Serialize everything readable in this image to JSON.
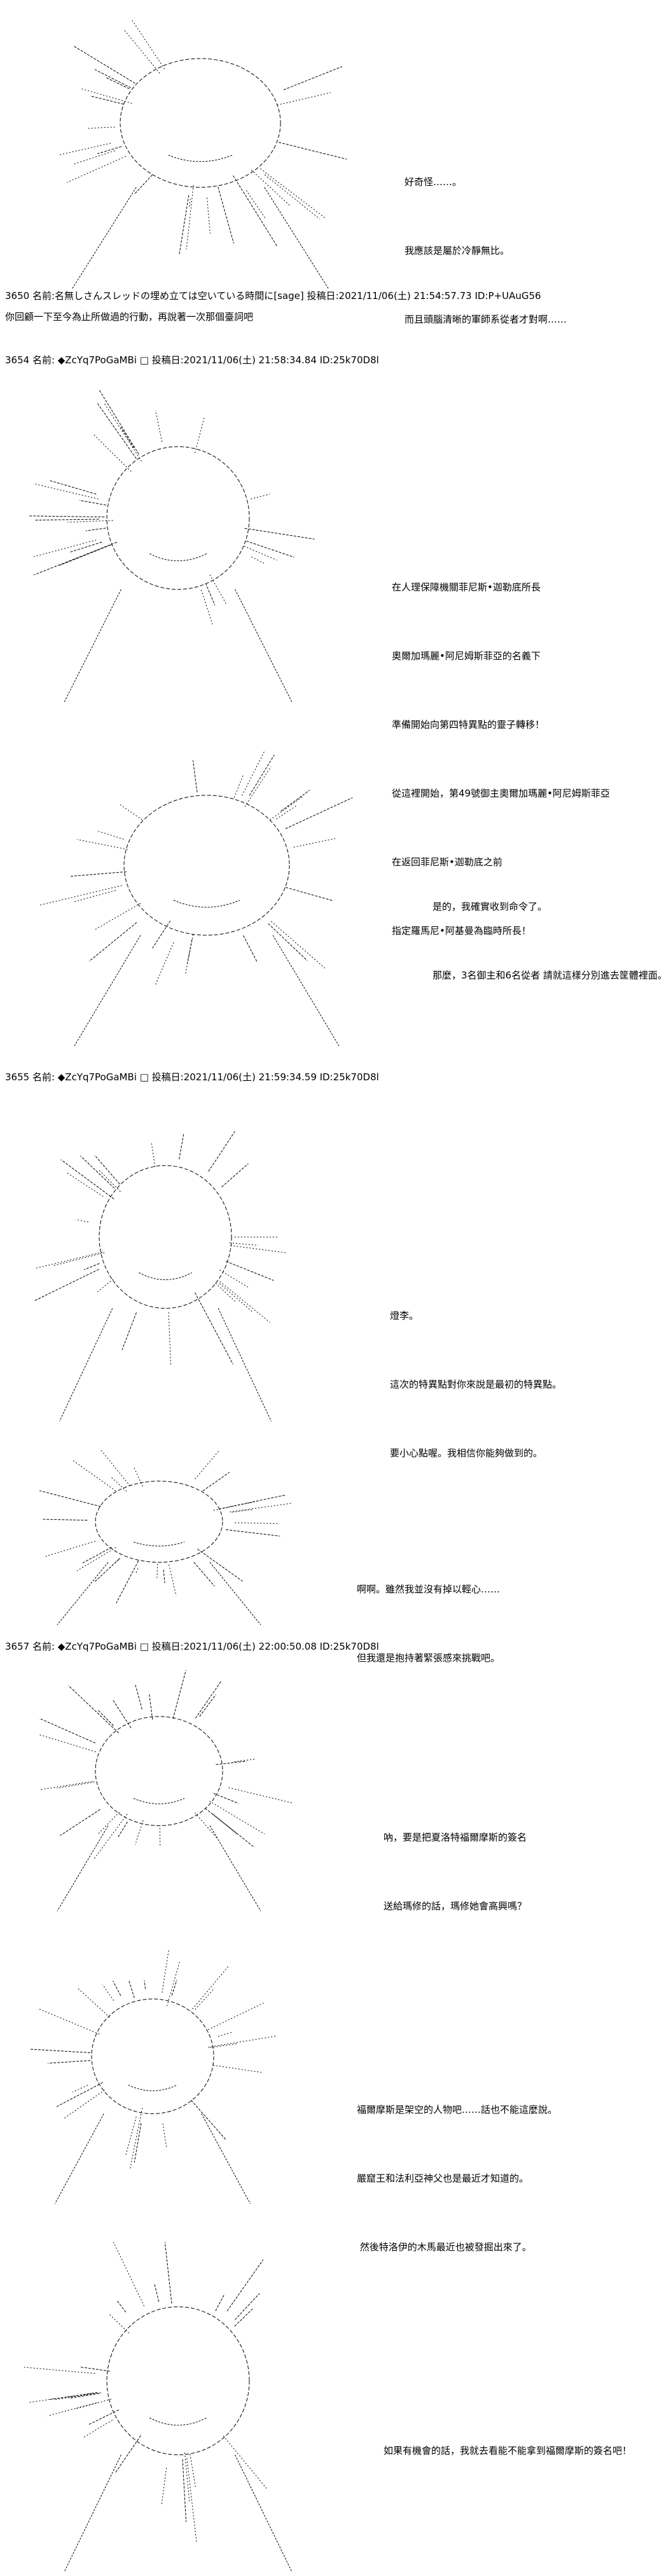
{
  "posts": [
    {
      "header": "3650 名前:名無しさんスレッドの埋め立ては空いている時間に[sage] 投稿日:2021/11/06(土) 21:54:57.73 ID:P+UAuG56",
      "comment": "你回顧一下至今為止所做過的行動，再說著一次那個臺詞吧"
    },
    {
      "header": "3654 名前: ◆ZcYq7PoGaMBi □ 投稿日:2021/11/06(土) 21:58:34.84 ID:25k70D8l"
    },
    {
      "header": "3655 名前: ◆ZcYq7PoGaMBi □ 投稿日:2021/11/06(土) 21:59:34.59 ID:25k70D8l"
    },
    {
      "header": "3657 名前: ◆ZcYq7PoGaMBi □ 投稿日:2021/11/06(土) 22:00:50.08 ID:25k70D8l"
    }
  ],
  "dialogues": [
    [
      "好奇怪……。",
      "我應該是屬於冷靜無比。",
      "而且頭腦清晰的軍師系從者才對啊……"
    ],
    [
      "在人理保障機關菲尼斯•迦勒底所長",
      "奧爾加瑪麗•阿尼姆斯菲亞的名義下",
      "準備開始向第四特異點的靈子轉移！",
      "從這裡開始，第49號御主奧爾加瑪麗•阿尼姆斯菲亞",
      "在返回菲尼斯•迦勒底之前",
      "指定羅馬尼•阿基曼為臨時所長！"
    ],
    [
      "是的，我確實收到命令了。",
      "那麼，3名御主和6名從者 請就這樣分別進去筐體裡面。"
    ],
    [
      "燈李。",
      "這次的特異點對你來說是最初的特異點。",
      "要小心點喔。我相信你能夠做到的。"
    ],
    [
      "啊啊。雖然我並沒有掉以輕心……",
      "但我還是抱持著緊張感來挑戰吧。"
    ],
    [
      "吶，要是把夏洛特福爾摩斯的簽名",
      "送給瑪修的話，瑪修她會高興嗎？"
    ],
    [
      "福爾摩斯是架空的人物吧……話也不能這麼說。",
      "嚴窟王和法利亞神父也是最近才知道的。",
      " 然後特洛伊的木馬最近也被發掘出來了。"
    ],
    [
      "如果有機會的話，我就去看能不能拿到福爾摩斯的簽名吧！"
    ]
  ]
}
